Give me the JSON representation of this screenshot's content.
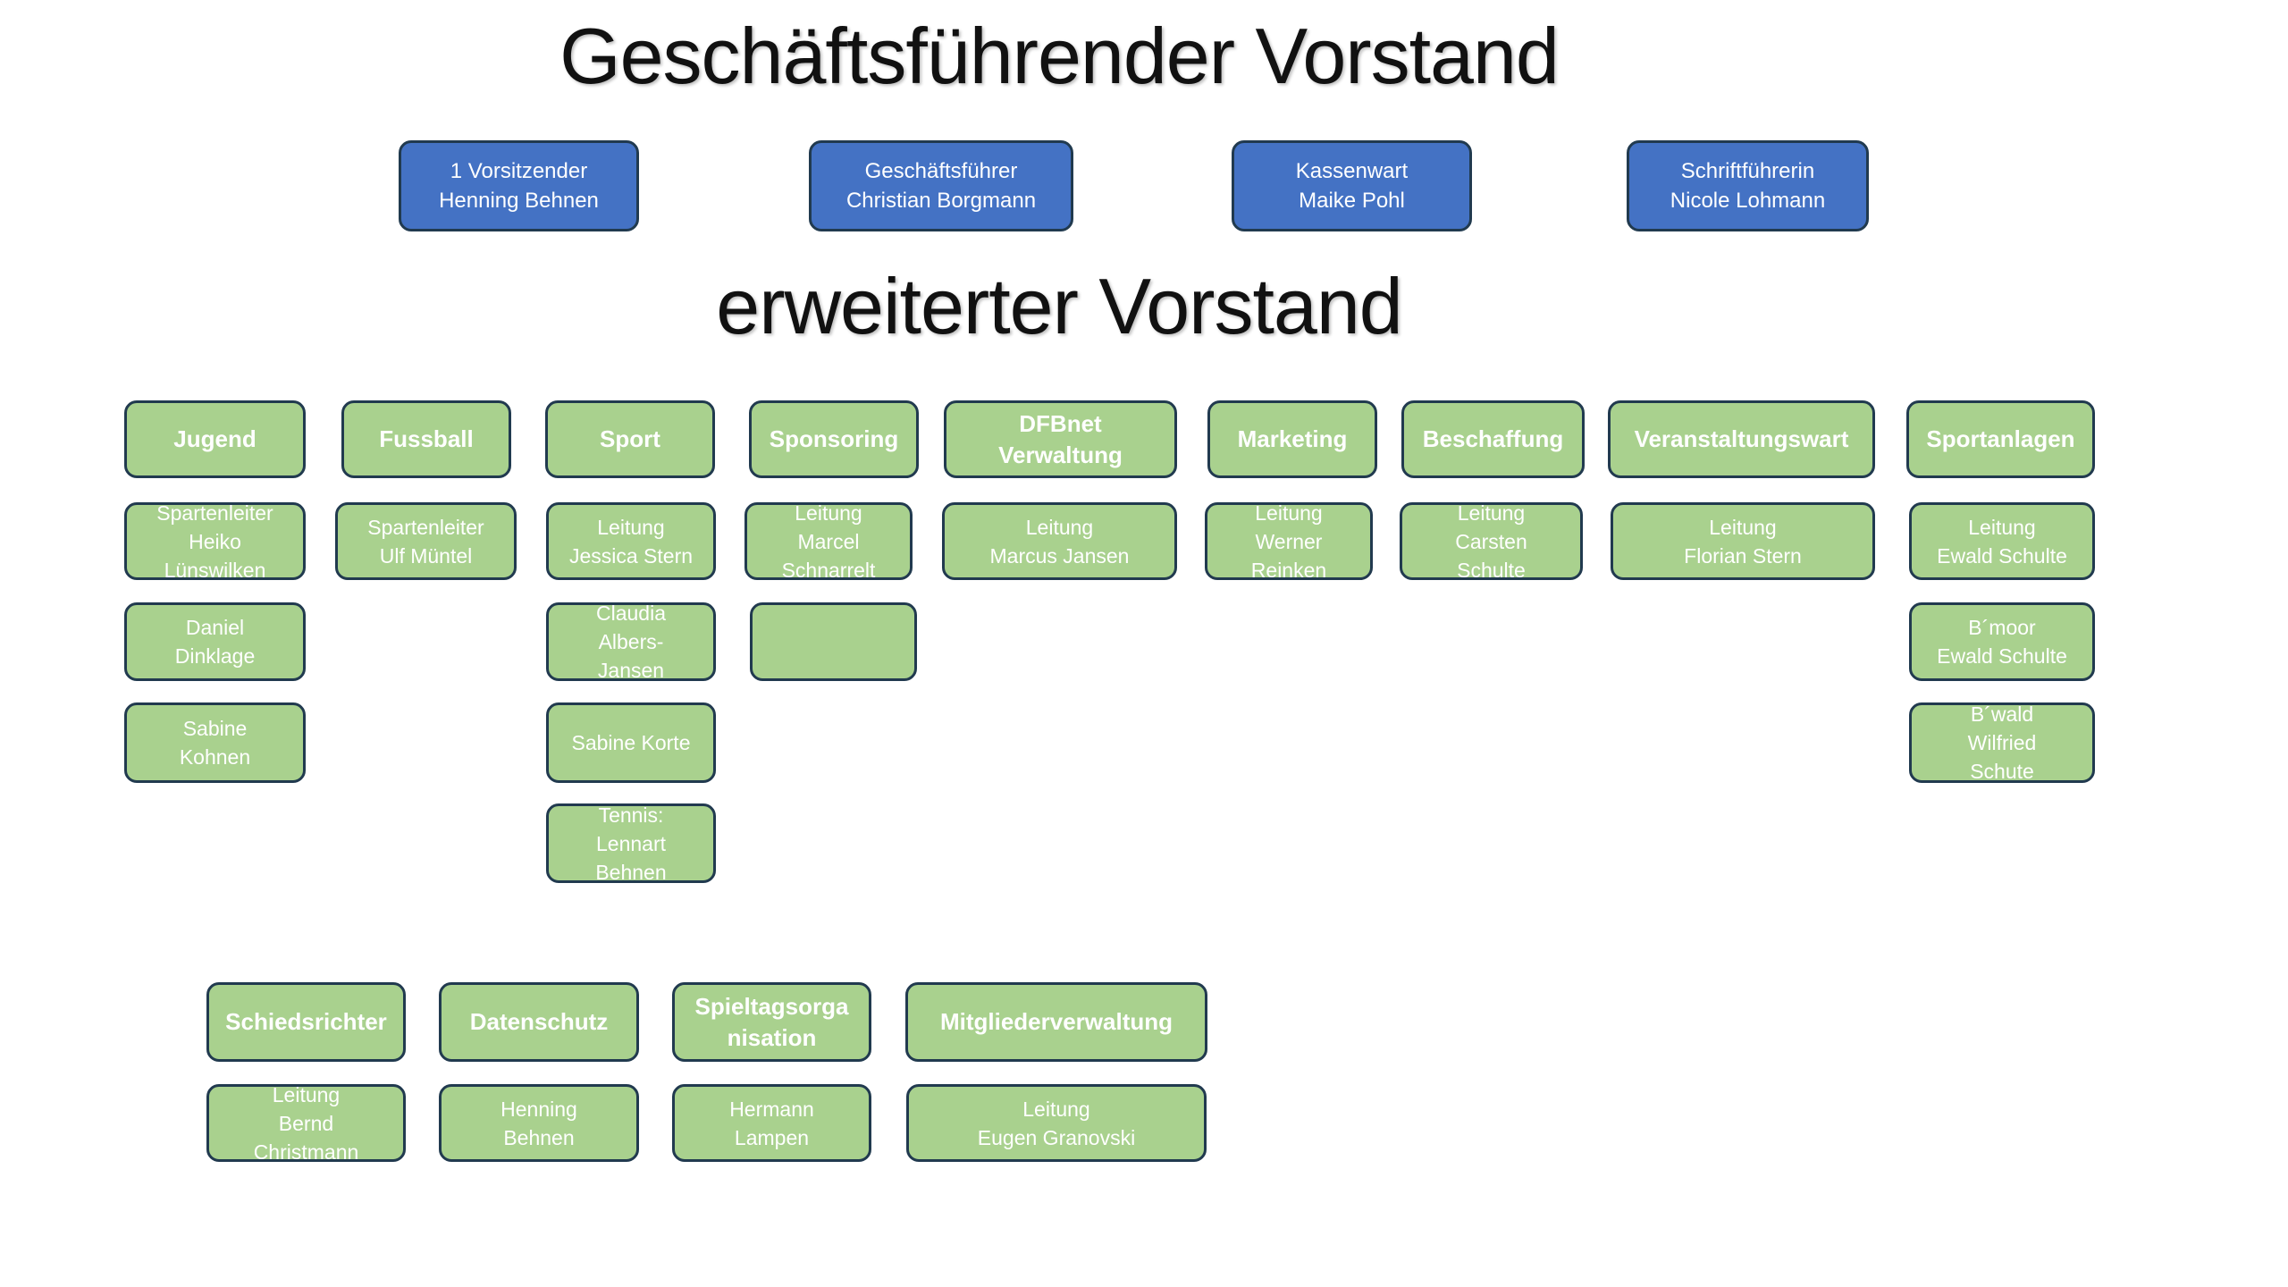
{
  "titles": {
    "main": "Geschäftsführender Vorstand",
    "extended": "erweiterter Vorstand"
  },
  "colors": {
    "blue": "#4472c4",
    "green": "#a9d18e",
    "border": "#213a4f"
  },
  "executive": [
    "1 Vorsitzender\nHenning Behnen",
    "Geschäftsführer\nChristian Borgmann",
    "Kassenwart\nMaike Pohl",
    "Schriftführerin\nNicole Lohmann"
  ],
  "departments": [
    {
      "name": "Jugend",
      "members": [
        "Spartenleiter\nHeiko\nLünswilken",
        "Daniel\nDinklage",
        "Sabine\nKohnen"
      ]
    },
    {
      "name": "Fussball",
      "members": [
        "Spartenleiter\nUlf Müntel"
      ]
    },
    {
      "name": "Sport",
      "members": [
        "Leitung\nJessica Stern",
        "Claudia\nAlbers-\nJansen",
        "Sabine Korte",
        "Tennis:\nLennart\nBehnen"
      ]
    },
    {
      "name": "Sponsoring",
      "members": [
        "Leitung\nMarcel\nSchnarrelt",
        ""
      ]
    },
    {
      "name": "DFBnet\nVerwaltung",
      "members": [
        "Leitung\nMarcus Jansen"
      ]
    },
    {
      "name": "Marketing",
      "members": [
        "Leitung\nWerner\nReinken"
      ]
    },
    {
      "name": "Beschaffung",
      "members": [
        "Leitung\nCarsten\nSchulte"
      ]
    },
    {
      "name": "Veranstaltungswart",
      "members": [
        "Leitung\nFlorian Stern"
      ]
    },
    {
      "name": "Sportanlagen",
      "members": [
        "Leitung\nEwald Schulte",
        "B´moor\nEwald Schulte",
        "B´wald\nWilfried\nSchute"
      ]
    },
    {
      "name": "Schiedsrichter",
      "members": [
        "Leitung\nBernd\nChristmann"
      ]
    },
    {
      "name": "Datenschutz",
      "members": [
        "Henning\nBehnen"
      ]
    },
    {
      "name": "Spieltagsorga\nnisation",
      "members": [
        "Hermann\nLampen"
      ]
    },
    {
      "name": "Mitgliederverwaltung",
      "members": [
        "Leitung\nEugen Granovski"
      ]
    }
  ]
}
